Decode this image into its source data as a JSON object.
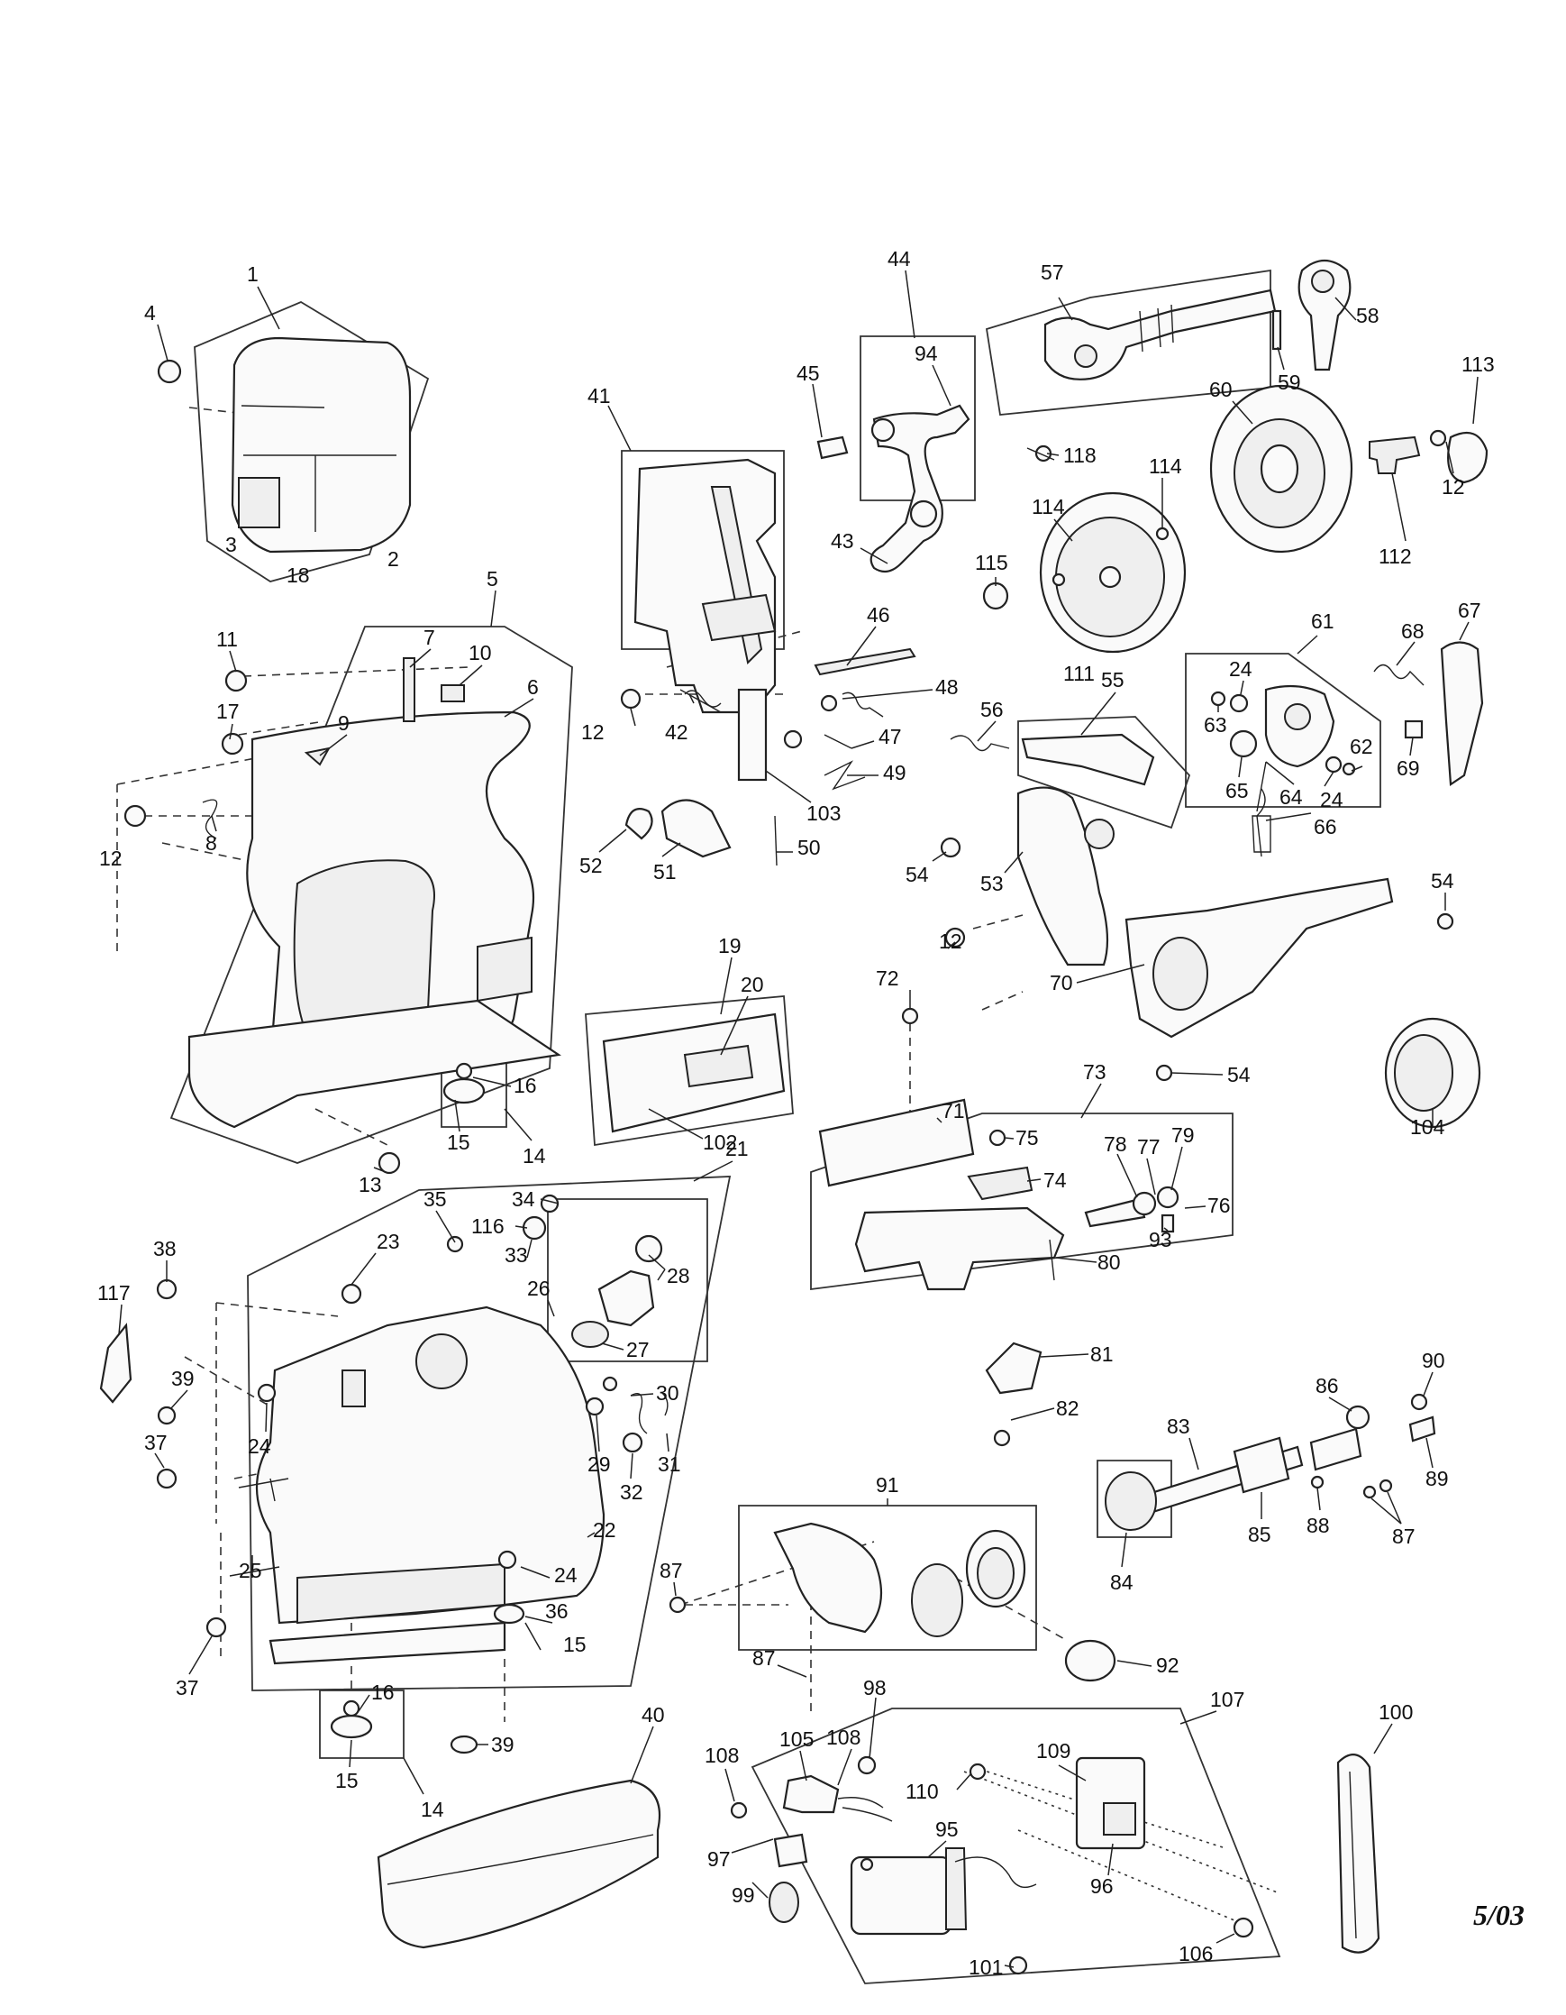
{
  "diagram": {
    "date_code": "5/03",
    "callouts": [
      {
        "label": "1"
      },
      {
        "label": "4"
      },
      {
        "label": "3"
      },
      {
        "label": "18"
      },
      {
        "label": "2"
      },
      {
        "label": "5"
      },
      {
        "label": "11"
      },
      {
        "label": "7"
      },
      {
        "label": "10"
      },
      {
        "label": "6"
      },
      {
        "label": "17"
      },
      {
        "label": "9"
      },
      {
        "label": "12"
      },
      {
        "label": "8"
      },
      {
        "label": "16"
      },
      {
        "label": "15"
      },
      {
        "label": "14"
      },
      {
        "label": "13"
      },
      {
        "label": "41"
      },
      {
        "label": "45"
      },
      {
        "label": "44"
      },
      {
        "label": "94"
      },
      {
        "label": "43"
      },
      {
        "label": "46"
      },
      {
        "label": "48"
      },
      {
        "label": "12"
      },
      {
        "label": "42"
      },
      {
        "label": "47"
      },
      {
        "label": "49"
      },
      {
        "label": "103"
      },
      {
        "label": "52"
      },
      {
        "label": "51"
      },
      {
        "label": "50"
      },
      {
        "label": "57"
      },
      {
        "label": "58"
      },
      {
        "label": "59"
      },
      {
        "label": "60"
      },
      {
        "label": "118"
      },
      {
        "label": "114"
      },
      {
        "label": "114"
      },
      {
        "label": "115"
      },
      {
        "label": "111"
      },
      {
        "label": "113"
      },
      {
        "label": "12"
      },
      {
        "label": "112"
      },
      {
        "label": "61"
      },
      {
        "label": "24"
      },
      {
        "label": "63"
      },
      {
        "label": "62"
      },
      {
        "label": "64"
      },
      {
        "label": "65"
      },
      {
        "label": "24"
      },
      {
        "label": "66"
      },
      {
        "label": "67"
      },
      {
        "label": "68"
      },
      {
        "label": "69"
      },
      {
        "label": "55"
      },
      {
        "label": "56"
      },
      {
        "label": "54"
      },
      {
        "label": "53"
      },
      {
        "label": "12"
      },
      {
        "label": "54"
      },
      {
        "label": "70"
      },
      {
        "label": "54"
      },
      {
        "label": "104"
      },
      {
        "label": "19"
      },
      {
        "label": "20"
      },
      {
        "label": "102"
      },
      {
        "label": "72"
      },
      {
        "label": "71"
      },
      {
        "label": "73"
      },
      {
        "label": "75"
      },
      {
        "label": "74"
      },
      {
        "label": "78"
      },
      {
        "label": "77"
      },
      {
        "label": "79"
      },
      {
        "label": "76"
      },
      {
        "label": "80"
      },
      {
        "label": "93"
      },
      {
        "label": "81"
      },
      {
        "label": "82"
      },
      {
        "label": "21"
      },
      {
        "label": "35"
      },
      {
        "label": "34"
      },
      {
        "label": "116"
      },
      {
        "label": "33"
      },
      {
        "label": "26"
      },
      {
        "label": "28"
      },
      {
        "label": "27"
      },
      {
        "label": "38"
      },
      {
        "label": "23"
      },
      {
        "label": "117"
      },
      {
        "label": "39"
      },
      {
        "label": "24"
      },
      {
        "label": "30"
      },
      {
        "label": "29"
      },
      {
        "label": "31"
      },
      {
        "label": "32"
      },
      {
        "label": "37"
      },
      {
        "label": "22"
      },
      {
        "label": "25"
      },
      {
        "label": "24"
      },
      {
        "label": "36"
      },
      {
        "label": "15"
      },
      {
        "label": "37"
      },
      {
        "label": "16"
      },
      {
        "label": "15"
      },
      {
        "label": "14"
      },
      {
        "label": "39"
      },
      {
        "label": "40"
      },
      {
        "label": "91"
      },
      {
        "label": "87"
      },
      {
        "label": "92"
      },
      {
        "label": "87"
      },
      {
        "label": "86"
      },
      {
        "label": "90"
      },
      {
        "label": "83"
      },
      {
        "label": "89"
      },
      {
        "label": "88"
      },
      {
        "label": "85"
      },
      {
        "label": "87"
      },
      {
        "label": "84"
      },
      {
        "label": "98"
      },
      {
        "label": "107"
      },
      {
        "label": "108"
      },
      {
        "label": "105"
      },
      {
        "label": "108"
      },
      {
        "label": "110"
      },
      {
        "label": "109"
      },
      {
        "label": "100"
      },
      {
        "label": "97"
      },
      {
        "label": "95"
      },
      {
        "label": "96"
      },
      {
        "label": "99"
      },
      {
        "label": "101"
      },
      {
        "label": "106"
      }
    ]
  }
}
